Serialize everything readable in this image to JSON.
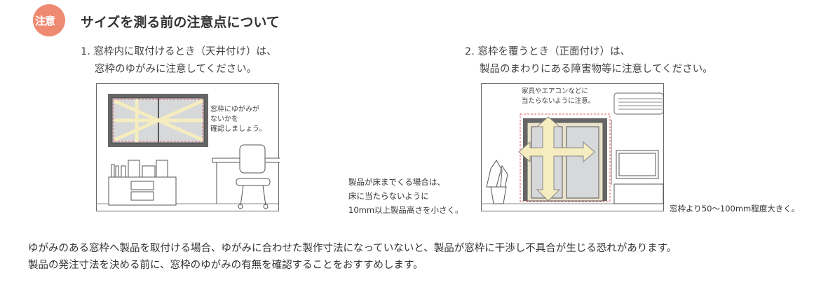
{
  "header": {
    "badge": "注意",
    "title": "サイズを測る前の注意点について"
  },
  "section1": {
    "line1": "1. 窓枠内に取付けるとき（天井付け）は、",
    "line2": "窓枠のゆがみに注意してください。",
    "illustration_note": [
      "窓枠にゆがみが",
      "ないかを",
      "確認しましょう。"
    ]
  },
  "section2": {
    "line1": "2. 窓枠を覆うとき（正面付け）は、",
    "line2": "製品のまわりにある障害物等に注意してください。",
    "illustration_note": [
      "家具やエアコンなどに",
      "当たらないように注意。"
    ],
    "floor_note": [
      "製品が床までくる場合は、",
      "床に当たらないように",
      "10mm以上製品高さを小さく。"
    ],
    "side_note": "窓枠より50～100mm程度大きく。"
  },
  "footer": {
    "line1": "ゆがみのある窓枠へ製品を取付ける場合、ゆがみに合わせた製作寸法になっていないと、製品が窓枠に干渉し不具合が生じる恐れがあります。",
    "line2": "製品の発注寸法を決める前に、窓枠のゆがみの有無を確認することをおすすめします。"
  },
  "colors": {
    "accent": "#EE8A72",
    "arrow": "#F5EDC0",
    "frame": "#666666",
    "glass": "#D6D8DA",
    "dash": "#E06060"
  }
}
